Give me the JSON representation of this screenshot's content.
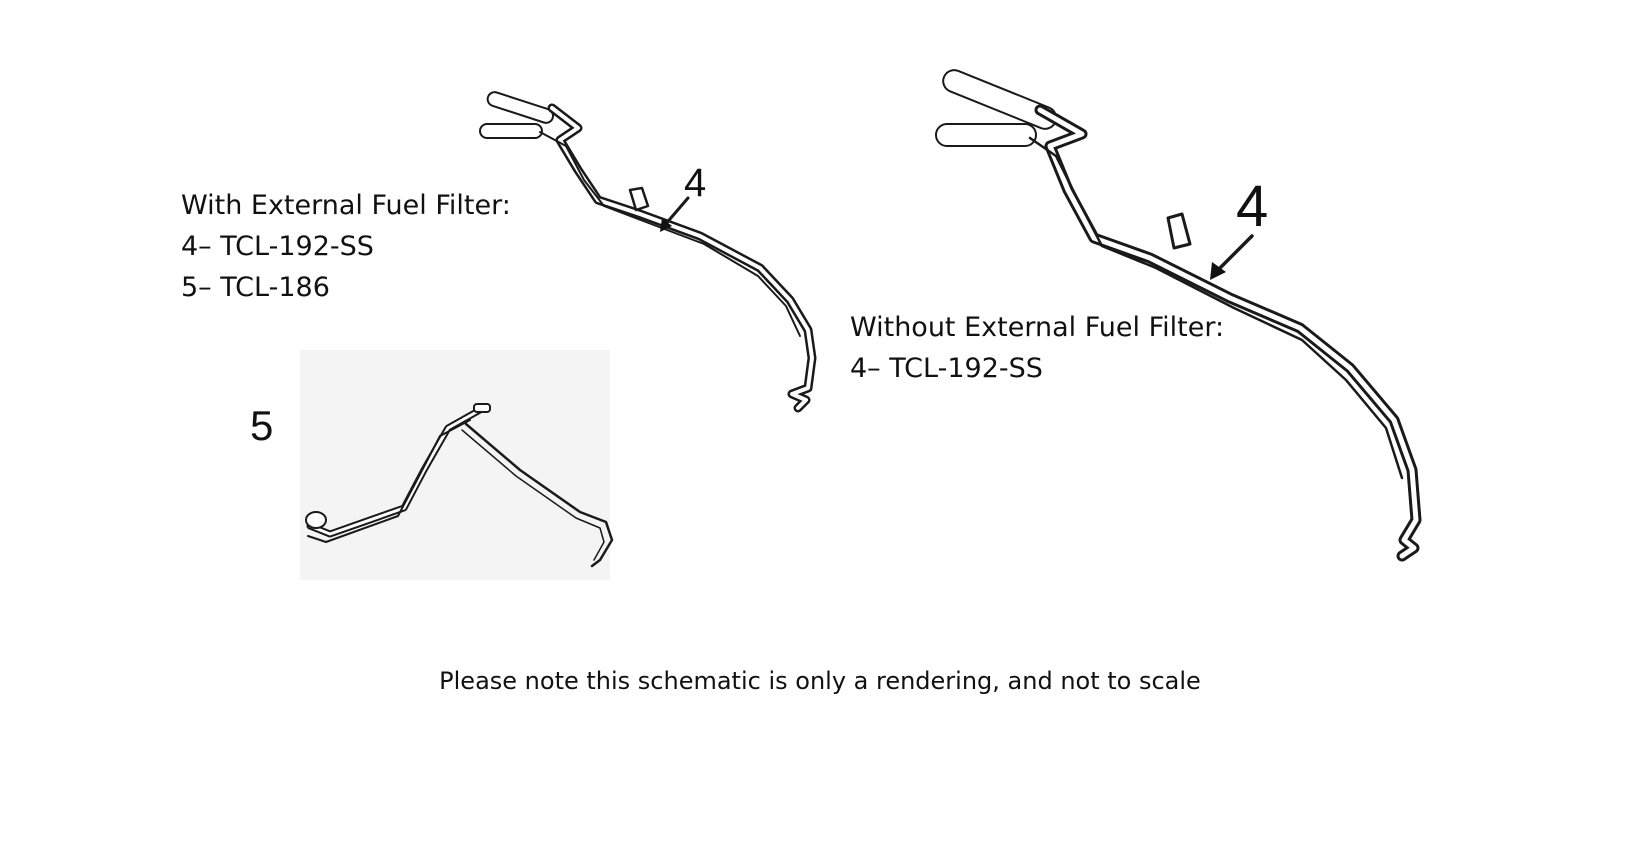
{
  "with_filter": {
    "heading": "With External Fuel Filter:",
    "lines": [
      "4– TCL-192-SS",
      "5– TCL-186"
    ]
  },
  "without_filter": {
    "heading": "Without External Fuel Filter:",
    "lines": [
      "4– TCL-192-SS"
    ]
  },
  "callouts": {
    "left_line": "4",
    "right_line": "4",
    "inset": "5"
  },
  "note": "Please note this schematic is only a rendering, and not to scale"
}
